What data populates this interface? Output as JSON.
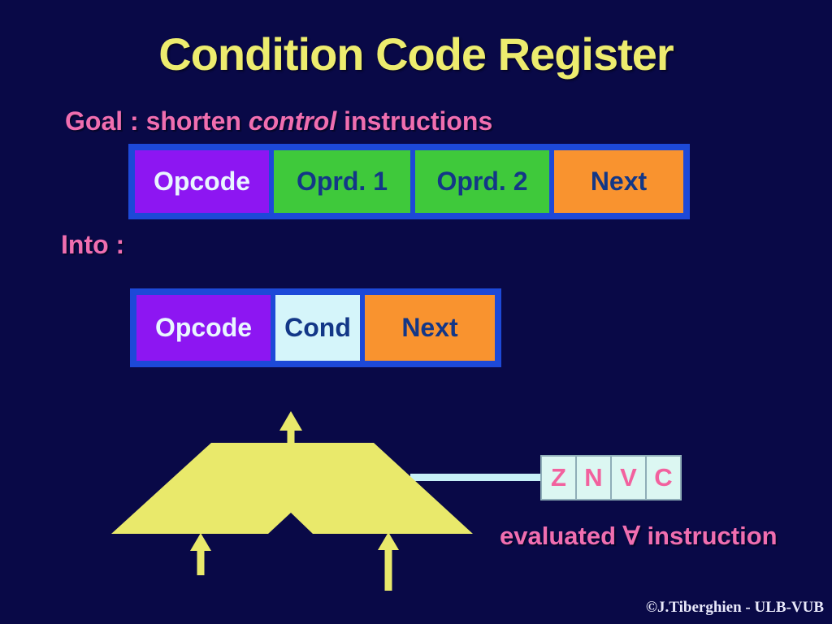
{
  "title": "Condition Code Register",
  "goal": {
    "prefix": "Goal : shorten ",
    "emphasis": "control",
    "suffix": " instructions"
  },
  "into_label": "Into :",
  "long_format": {
    "fields": [
      {
        "label": "Opcode"
      },
      {
        "label": "Oprd. 1"
      },
      {
        "label": "Oprd. 2"
      },
      {
        "label": "Next"
      }
    ]
  },
  "short_format": {
    "fields": [
      {
        "label": "Opcode"
      },
      {
        "label": "Cond"
      },
      {
        "label": "Next"
      }
    ]
  },
  "ccr": {
    "flags": [
      "Z",
      "N",
      "V",
      "C"
    ]
  },
  "caption": "evaluated ∀ instruction",
  "credit": "©J.Tiberghien - ULB-VUB",
  "colors": {
    "background": "#090947",
    "title_yellow": "#EDEC6E",
    "pink_text": "#F06EB0",
    "frame_blue": "#1D49D8",
    "opcode_purple": "#8D16F2",
    "operand_green": "#3FC93B",
    "next_orange": "#F9932F",
    "cond_cyan": "#D5F5FA",
    "field_text_blue": "#133787",
    "alu_yellow": "#E9E96B",
    "wire_cyan": "#C8F0F8",
    "ccr_cell_bg": "#DCF7F2",
    "ccr_border": "#8FAEB8",
    "credit_white": "#E8E8FA"
  }
}
